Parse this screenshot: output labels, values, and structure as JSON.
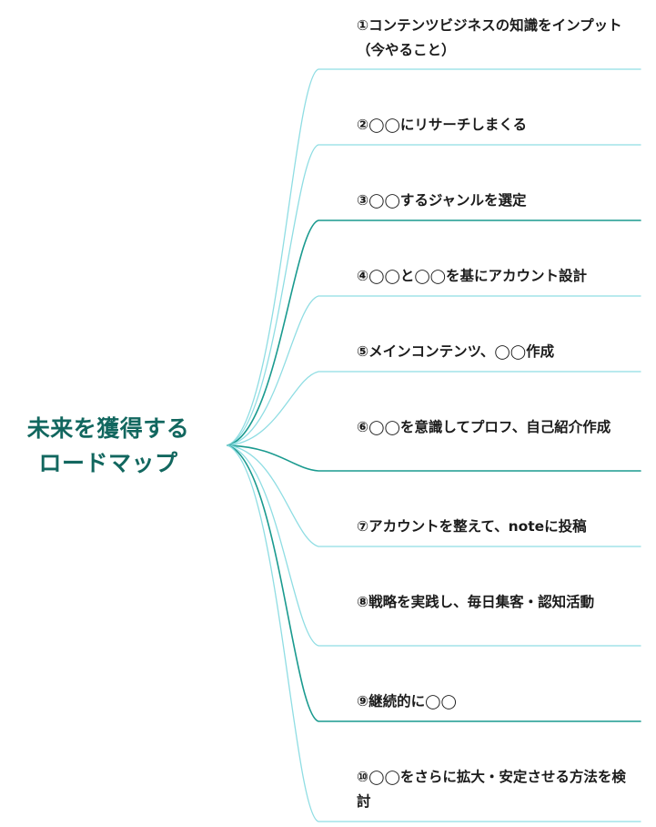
{
  "root": {
    "line1": "未来を獲得する",
    "line2": "ロードマップ"
  },
  "colors": {
    "root_text": "#12675f",
    "dark_branch": "#1a9a8f",
    "light_branch": "#8fdde3",
    "label_text": "#1b1b1b"
  },
  "branches": [
    {
      "label": "①コンテンツビジネスの知識をインプット（今やること）",
      "style": "light"
    },
    {
      "label": "②◯◯にリサーチしまくる",
      "style": "light"
    },
    {
      "label": "③◯◯するジャンルを選定",
      "style": "dark"
    },
    {
      "label": "④◯◯と◯◯を基にアカウント設計",
      "style": "light"
    },
    {
      "label": "⑤メインコンテンツ、◯◯作成",
      "style": "light"
    },
    {
      "label": "⑥◯◯を意識してプロフ、自己紹介作成",
      "style": "dark"
    },
    {
      "label": "⑦アカウントを整えて、noteに投稿",
      "style": "light"
    },
    {
      "label": "⑧戦略を実践し、毎日集客・認知活動",
      "style": "light"
    },
    {
      "label": "⑨継続的に◯◯",
      "style": "dark"
    },
    {
      "label": "⑩◯◯をさらに拡大・安定させる方法を検討",
      "style": "light"
    }
  ]
}
